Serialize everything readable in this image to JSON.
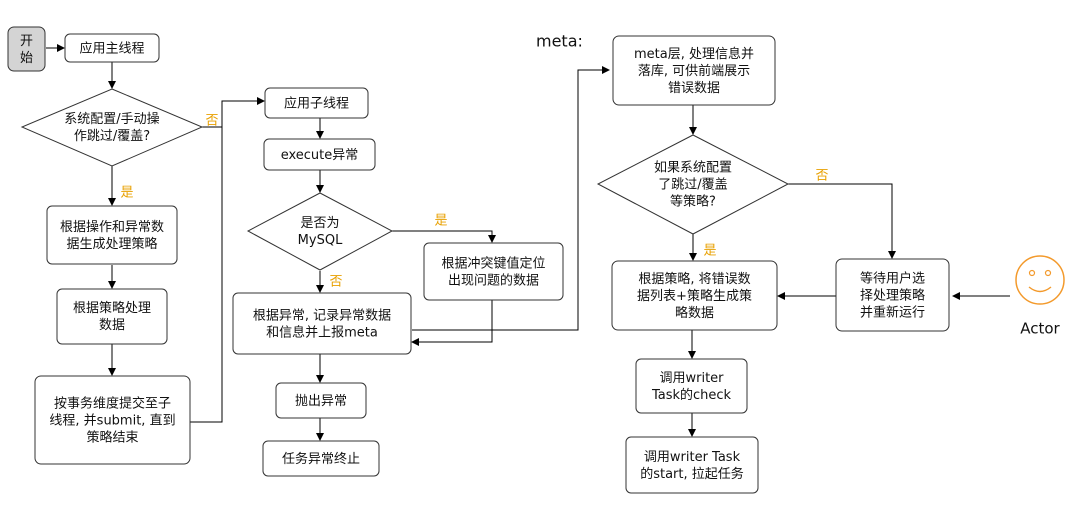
{
  "colors": {
    "node_fill": "#ffffff",
    "node_stroke": "#333333",
    "start_fill": "#d4d4d4",
    "label_color": "#e8a000",
    "actor_stroke": "#f39a2c",
    "line_color": "#000000"
  },
  "left": {
    "start": "开\n始",
    "main_thread": "应用主线程",
    "decision_skip": "系统配置/手动操\n作跳过/覆盖?",
    "yes_label": "是",
    "no_label": "否",
    "gen_strategy": "根据操作和异常数\n据生成处理策略",
    "process_data": "根据策略处理\n数据",
    "submit": "按事务维度提交至子\n线程, 并submit, 直到\n策略结束"
  },
  "middle": {
    "sub_thread": "应用子线程",
    "execute_exception": "execute异常",
    "decision_mysql": "是否为\nMySQL",
    "yes_label": "是",
    "no_label": "否",
    "locate_data": "根据冲突键值定位\n出现问题的数据",
    "record_report": "根据异常, 记录异常数据\n和信息并上报meta",
    "throw": "抛出异常",
    "terminate": "任务异常终止"
  },
  "right": {
    "meta_title": "meta:",
    "meta_layer": "meta层, 处理信息并\n落库, 可供前端展示\n错误数据",
    "decision_configured": "如果系统配置\n了跳过/覆盖\n等策略?",
    "yes_label": "是",
    "no_label": "否",
    "gen_strategy": "根据策略, 将错误数\n据列表+策略生成策\n略数据",
    "wait_user": "等待用户选\n择处理策略\n并重新运行",
    "call_check": "调用writer\nTask的check",
    "call_start": "调用writer Task\n的start, 拉起任务",
    "actor_label": "Actor"
  }
}
